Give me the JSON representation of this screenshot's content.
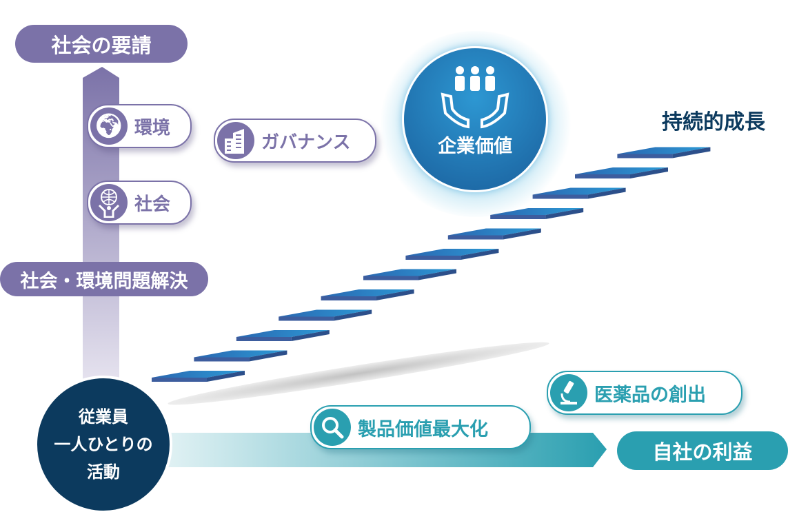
{
  "left_axis": {
    "top_label": "社会の要請",
    "bottom_label": "社会・環境問題解決",
    "items": [
      {
        "label": "環境",
        "icon": "globe-icon"
      },
      {
        "label": "社会",
        "icon": "people-globe-icon"
      }
    ]
  },
  "governance": {
    "label": "ガバナンス",
    "icon": "building-icon"
  },
  "corporate_value": {
    "label": "企業価値",
    "icon": "hands-people-icon"
  },
  "growth_label": "持続的成長",
  "origin": {
    "lines": [
      "従業員",
      "一人ひとりの",
      "活動"
    ]
  },
  "bottom_axis": {
    "end_label": "自社の利益",
    "items": [
      {
        "label": "製品価値最大化",
        "icon": "magnifier-icon"
      },
      {
        "label": "医薬品の創出",
        "icon": "microscope-icon"
      }
    ]
  },
  "colors": {
    "purple": "#7b72a8",
    "navy": "#0c3a5e",
    "teal": "#2a9fb0",
    "step_blue": "#2f6fb5"
  }
}
